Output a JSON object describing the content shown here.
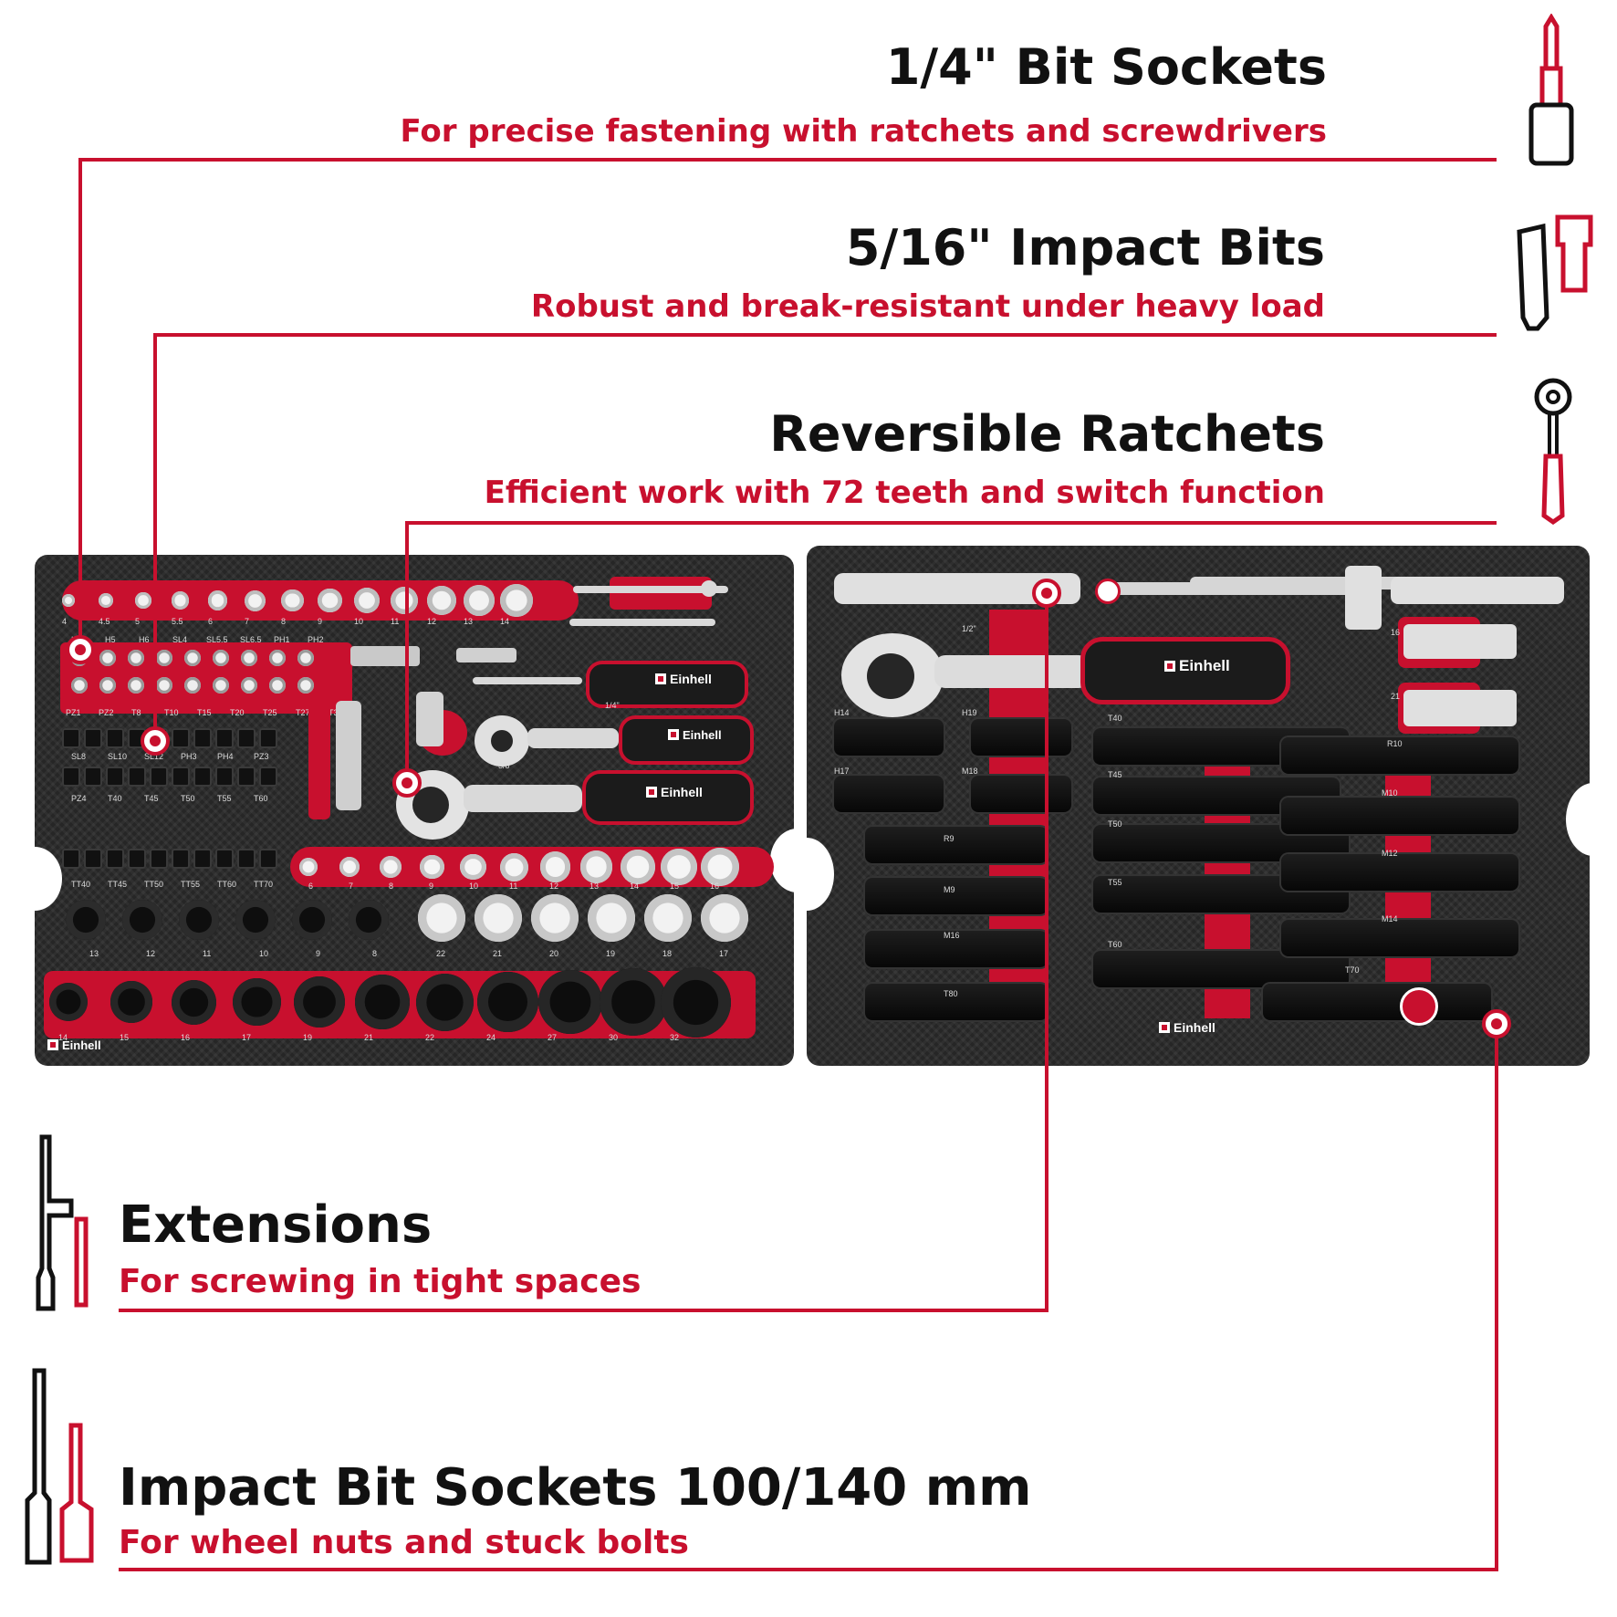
{
  "colors": {
    "accent": "#c8102e",
    "text": "#111111",
    "tray": "#262626",
    "chrome": "#d9d9d9"
  },
  "features": [
    {
      "id": "bit_sockets",
      "title": "1/4\" Bit Sockets",
      "subtitle": "For precise fastening with ratchets and screwdrivers",
      "icon": "bit-socket-icon"
    },
    {
      "id": "impact_bits",
      "title": "5/16\" Impact Bits",
      "subtitle": "Robust and break-resistant under heavy load",
      "icon": "impact-bit-icon"
    },
    {
      "id": "ratchets",
      "title": "Reversible Ratchets",
      "subtitle": "Efficient work with 72 teeth and switch function",
      "icon": "ratchet-icon"
    },
    {
      "id": "extensions",
      "title": "Extensions",
      "subtitle": "For screwing in tight spaces",
      "icon": "extension-icon"
    },
    {
      "id": "impact_sockets",
      "title": "Impact Bit Sockets 100/140 mm",
      "subtitle": "For wheel nuts and stuck bolts",
      "icon": "impact-bit-socket-icon"
    }
  ],
  "brand": "Einhell",
  "tray_left": {
    "row1_sizes": [
      "4",
      "4.5",
      "5",
      "5.5",
      "6",
      "7",
      "8",
      "9",
      "10",
      "11",
      "12",
      "13",
      "14"
    ],
    "row2_labels": [
      "H4",
      "H5",
      "H6",
      "SL4",
      "SL5.5",
      "SL6.5",
      "PH1",
      "PH2"
    ],
    "row3_labels": [
      "PZ1",
      "PZ2",
      "T8",
      "T10",
      "T15",
      "T20",
      "T25",
      "T27",
      "T30"
    ],
    "row4_labels": [
      "SL8",
      "SL10",
      "SL12",
      "PH3",
      "PH4",
      "PZ3"
    ],
    "row5_labels": [
      "PZ4",
      "T40",
      "T45",
      "T50",
      "T55",
      "T60"
    ],
    "row6_labels": [
      "TT40",
      "TT45",
      "TT50",
      "TT55",
      "TT60",
      "TT70"
    ],
    "ratchet_labels": [
      "1/4\"",
      "3/8\""
    ],
    "mid_sizes": [
      "6",
      "7",
      "8",
      "9",
      "10",
      "11",
      "12",
      "13",
      "14",
      "15",
      "16"
    ],
    "impact_small": [
      "13",
      "12",
      "11",
      "10",
      "9",
      "8"
    ],
    "chrome_large": [
      "22",
      "21",
      "20",
      "19",
      "18",
      "17"
    ],
    "impact_large": [
      "14",
      "15",
      "16",
      "17",
      "19",
      "21",
      "22",
      "24",
      "27",
      "30",
      "32"
    ]
  },
  "tray_right": {
    "ratchet_label": "1/2\"",
    "labels": [
      "H14",
      "H19",
      "T40",
      "16",
      "21",
      "R10",
      "H17",
      "M18",
      "T45",
      "M10",
      "T50",
      "R9",
      "M12",
      "M9",
      "T55",
      "M14",
      "M16",
      "T60",
      "T80",
      "T70"
    ]
  }
}
